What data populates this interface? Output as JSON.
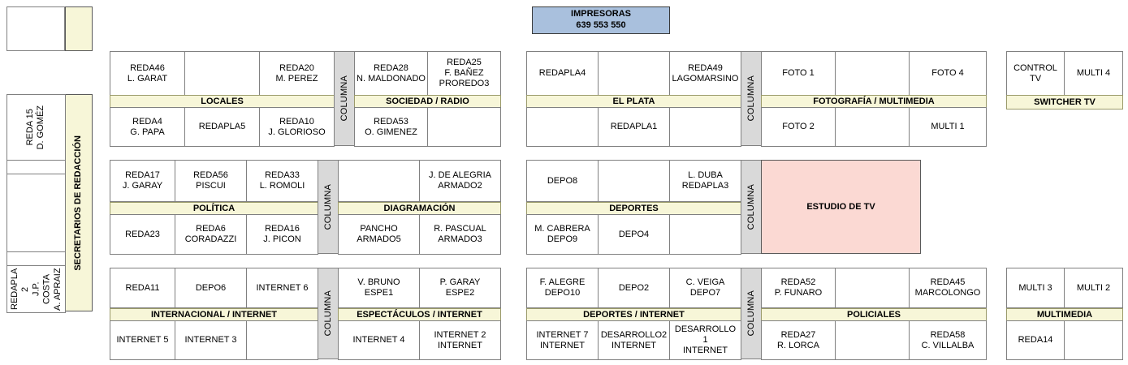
{
  "header": {
    "printers": {
      "title": "IMPRESORAS",
      "numbers": "639  553  550",
      "color": "#a9c0dd"
    }
  },
  "colors": {
    "band": "#f7f6d8",
    "columna": "#d9d9d9",
    "studio": "#fbd9d3",
    "printers": "#a9c0dd"
  },
  "labels": {
    "columna": "COLUMNA"
  },
  "sidebar": {
    "title": "SECRETARIOS DE REDACCIÓN",
    "top_block": {
      "left_cell": "",
      "right_strip": ""
    },
    "rows": [
      {
        "name": "reda15",
        "text": "REDA 15\nD. GOMÉZ"
      },
      {
        "name": "spacer-1",
        "text": ""
      },
      {
        "name": "empty-mid",
        "text": ""
      },
      {
        "name": "spacer-2",
        "text": ""
      },
      {
        "name": "redapla2",
        "text": "REDAPLA 2\nJ.P. COSTA\nA. APRAIZ"
      }
    ]
  },
  "blocks": [
    {
      "id": "locales",
      "band": "LOCALES",
      "top": [
        "REDA46\nL. GARAT",
        "",
        "REDA20\nM. PEREZ"
      ],
      "bottom": [
        "REDA4\nG. PAPA",
        "REDAPLA5",
        "REDA10\nJ. GLORIOSO"
      ]
    },
    {
      "id": "sociedad-radio",
      "band": "SOCIEDAD / RADIO",
      "top": [
        "REDA28\nN. MALDONADO",
        "REDA25\nF. BAÑEZ\nPROREDO3"
      ],
      "bottom": [
        "REDA53\nO. GIMENEZ",
        ""
      ]
    },
    {
      "id": "el-plata",
      "band": "EL PLATA",
      "top": [
        "REDAPLA4",
        "",
        "REDA49\nLAGOMARSINO"
      ],
      "bottom": [
        "",
        "REDAPLA1",
        ""
      ]
    },
    {
      "id": "fotografia-multimedia",
      "band": "FOTOGRAFÍA / MULTIMEDIA",
      "top": [
        "FOTO 1",
        "",
        "FOTO 4"
      ],
      "bottom": [
        "FOTO 2",
        "",
        "MULTI 1"
      ]
    },
    {
      "id": "switcher-tv",
      "band": "SWITCHER TV",
      "top": [
        "CONTROL TV",
        "MULTI 4"
      ],
      "bottom": []
    },
    {
      "id": "politica",
      "band": "POLÍTICA",
      "top": [
        "REDA17\nJ. GARAY",
        "REDA56\nPISCUI",
        "REDA33\nL. ROMOLI"
      ],
      "bottom": [
        "REDA23",
        "REDA6\nCORADAZZI",
        "REDA16\nJ. PICON"
      ]
    },
    {
      "id": "diagramacion",
      "band": "DIAGRAMACIÓN",
      "top": [
        "",
        "J. DE ALEGRIA\nARMADO2"
      ],
      "bottom": [
        "PANCHO\nARMADO5",
        "R. PASCUAL\nARMADO3"
      ]
    },
    {
      "id": "deportes",
      "band": "DEPORTES",
      "top": [
        "DEPO8",
        "",
        "L. DUBA\nREDAPLA3"
      ],
      "bottom": [
        "M. CABRERA\nDEPO9",
        "DEPO4",
        ""
      ]
    },
    {
      "id": "estudio-de-tv",
      "band": "ESTUDIO DE TV",
      "top": [],
      "bottom": []
    },
    {
      "id": "internacional-internet",
      "band": "INTERNACIONAL / INTERNET",
      "top": [
        "REDA11",
        "DEPO6",
        "INTERNET 6"
      ],
      "bottom": [
        "INTERNET 5",
        "INTERNET 3",
        ""
      ]
    },
    {
      "id": "espectaculos-internet",
      "band": "ESPECTÁCULOS / INTERNET",
      "top": [
        "V. BRUNO\nESPE1",
        "P. GARAY\nESPE2"
      ],
      "bottom": [
        "INTERNET 4",
        "INTERNET 2\nINTERNET"
      ]
    },
    {
      "id": "deportes-internet",
      "band": "DEPORTES / INTERNET",
      "top": [
        "F. ALEGRE\nDEPO10",
        "DEPO2",
        "C. VEIGA\nDEPO7"
      ],
      "bottom": [
        "INTERNET 7\nINTERNET",
        "DESARROLLO2\nINTERNET",
        "DESARROLLO 1\nINTERNET"
      ]
    },
    {
      "id": "policiales",
      "band": "POLICIALES",
      "top": [
        "REDA52\nP. FUNARO",
        "",
        "REDA45\nMARCOLONGO"
      ],
      "bottom": [
        "REDA27\nR. LORCA",
        "",
        "REDA58\nC. VILLALBA"
      ]
    },
    {
      "id": "multimedia",
      "band": "MULTIMEDIA",
      "top": [
        "MULTI 3",
        "MULTI 2"
      ],
      "bottom": [
        "REDA14",
        ""
      ]
    }
  ]
}
